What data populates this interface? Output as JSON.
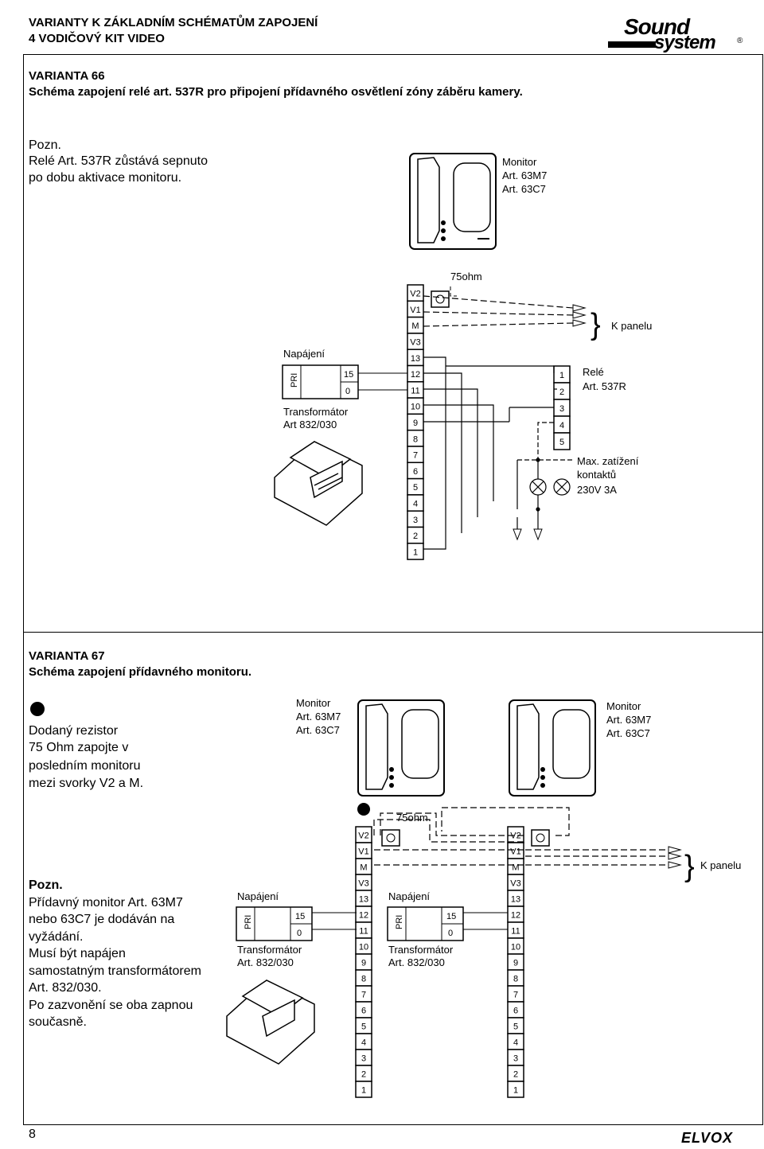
{
  "header": {
    "line1": "VARIANTY K ZÁKLADNÍM SCHÉMATŮM ZAPOJENÍ",
    "line2": "4 VODIČOVÝ KIT VIDEO",
    "logo_line1": "Sound",
    "logo_line2": "system"
  },
  "variant66": {
    "title": "VARIANTA 66",
    "subtitle": "Schéma zapojení relé art. 537R pro připojení přídavného osvětlení zóny záběru kamery.",
    "note_label": "Pozn.",
    "note_line1": "Relé Art. 537R zůstává sepnuto",
    "note_line2": "po dobu aktivace monitoru.",
    "diagram": {
      "monitor_l1": "Monitor",
      "monitor_l2": "Art. 63M7",
      "monitor_l3": "Art. 63C7",
      "resistor": "75ohm",
      "k_panelu": "K panelu",
      "napajeni": "Napájení",
      "pri": "PRI",
      "t15": "15",
      "t0": "0",
      "transformator": "Transformátor",
      "transformator_art": "Art 832/030",
      "rele_l1": "Relé",
      "rele_l2": "Art. 537R",
      "relay_terms": [
        "1",
        "2",
        "3",
        "4",
        "5"
      ],
      "max_l1": "Max. zatížení",
      "max_l2": "kontaktů",
      "max_l3": "230V 3A",
      "strip": [
        "V2",
        "V1",
        "M",
        "V3",
        "13",
        "12",
        "11",
        "10",
        "9",
        "8",
        "7",
        "6",
        "5",
        "4",
        "3",
        "2",
        "1"
      ]
    }
  },
  "variant67": {
    "title": "VARIANTA 67",
    "subtitle": "Schéma zapojení přídavného monitoru.",
    "bullet_l1": "Dodaný rezistor",
    "bullet_l2": "75 Ohm zapojte v",
    "bullet_l3": "posledním monitoru",
    "bullet_l4": "mezi svorky V2 a M.",
    "note_label": "Pozn.",
    "note_l1": "Přídavný monitor Art. 63M7",
    "note_l2": "nebo 63C7 je dodáván na",
    "note_l3": "vyžádání.",
    "note_l4": "Musí být napájen",
    "note_l5": "samostatným transformátorem",
    "note_l6": "Art. 832/030.",
    "note_l7": "Po zazvonění se oba zapnou",
    "note_l8": "současně.",
    "diagram": {
      "monitor_l1": "Monitor",
      "monitor_l2": "Art. 63M7",
      "monitor_l3": "Art. 63C7",
      "resistor": "75ohm",
      "k_panelu": "K panelu",
      "napajeni": "Napájení",
      "pri": "PRI",
      "t15": "15",
      "t0": "0",
      "transformator": "Transformátor",
      "transformator_art": "Art. 832/030",
      "strip": [
        "V2",
        "V1",
        "M",
        "V3",
        "13",
        "12",
        "11",
        "10",
        "9",
        "8",
        "7",
        "6",
        "5",
        "4",
        "3",
        "2",
        "1"
      ]
    }
  },
  "footer": {
    "page_number": "8",
    "brand": "ELVOX"
  }
}
